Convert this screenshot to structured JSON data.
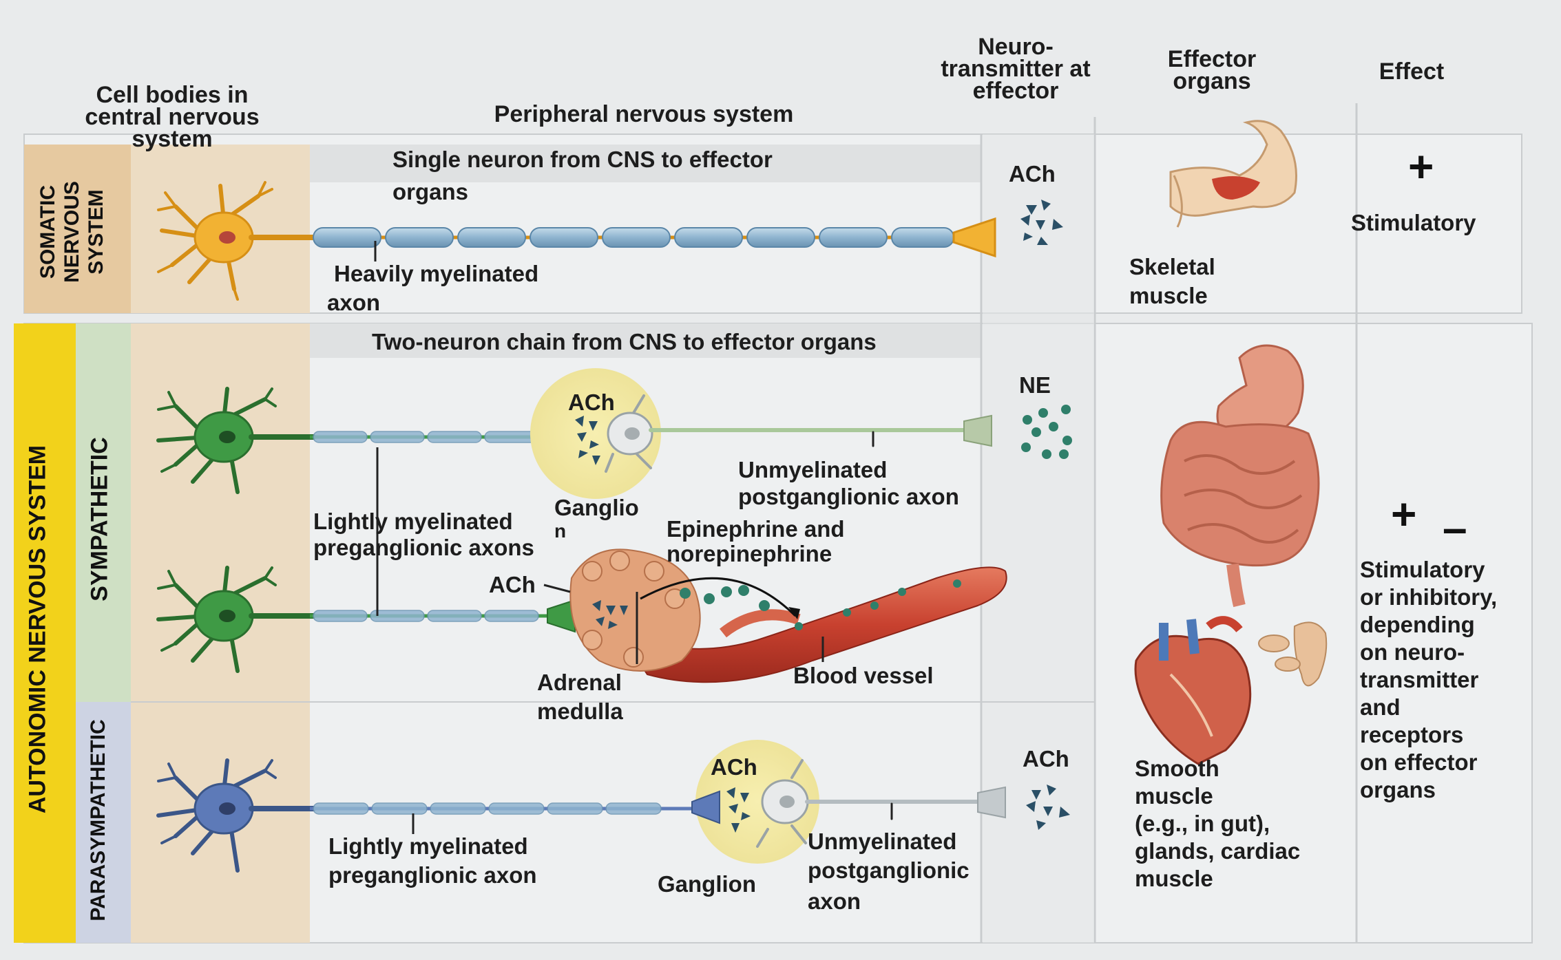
{
  "headers": {
    "cell_bodies": "Cell bodies in central nervous system",
    "pns": "Peripheral nervous system",
    "neurotransmitter": "Neuro- transmitter at effector",
    "effector_organs": "Effector organs",
    "effect": "Effect"
  },
  "somatic": {
    "side_label_1": "SOMATIC",
    "side_label_2": "NERVOUS",
    "side_label_3": "SYSTEM",
    "banner_line1": "Single neuron from CNS to effector",
    "banner_line2": "organs",
    "axon_label_1": "Heavily myelinated",
    "axon_label_2": "axon",
    "neurotransmitter": "ACh",
    "organ_label_1": "Skeletal",
    "organ_label_2": "muscle",
    "effect_symbol": "+",
    "effect": "Stimulatory"
  },
  "autonomic": {
    "side_label": "AUTONOMIC NERVOUS SYSTEM",
    "banner": "Two-neuron chain from CNS to effector organs",
    "sympathetic": {
      "label": "SYMPATHETIC",
      "ganglion_nt": "ACh",
      "ganglion_label_1": "Ganglio",
      "ganglion_label_2": "n",
      "post_axon_1": "Unmyelinated",
      "post_axon_2": "postganglionic axon",
      "pre_axons_1": "Lightly myelinated",
      "pre_axons_2": "preganglionic axons",
      "epi_1": "Epinephrine and",
      "epi_2": "norepinephrine",
      "adrenal_nt": "ACh",
      "adrenal_1": "Adrenal",
      "adrenal_2": "medulla",
      "blood_vessel": "Blood vessel",
      "neurotransmitter": "NE"
    },
    "parasympathetic": {
      "label": "PARASYMPATHETIC",
      "ganglion_nt": "ACh",
      "pre_axon_1": "Lightly myelinated",
      "pre_axon_2": "preganglionic axon",
      "ganglion_label": "Ganglion",
      "post_axon_1": "Unmyelinated",
      "post_axon_2": "postganglionic",
      "post_axon_3": "axon",
      "neurotransmitter": "ACh"
    },
    "organ_lines": [
      "Smooth",
      "muscle",
      "(e.g., in gut),",
      "glands, cardiac",
      "muscle"
    ],
    "effect_symbols": [
      "+",
      "–"
    ],
    "effect_lines": [
      "Stimulatory",
      "or inhibitory,",
      "depending",
      "on neuro-",
      "transmitter",
      "and",
      "receptors",
      "on effector",
      "organs"
    ]
  },
  "colors": {
    "somatic_neuron": "#f2b233",
    "sympathetic_neuron": "#3f9a45",
    "parasympathetic_neuron": "#5d7ab8",
    "myelin": "#8fb4cf",
    "autonomic_band": "#f2d21b",
    "sympathetic_band": "#cfe0c4",
    "parasympathetic_band": "#cdd3e3",
    "vesicle_dark": "#2a4f66",
    "vessel": "#c8412f"
  }
}
